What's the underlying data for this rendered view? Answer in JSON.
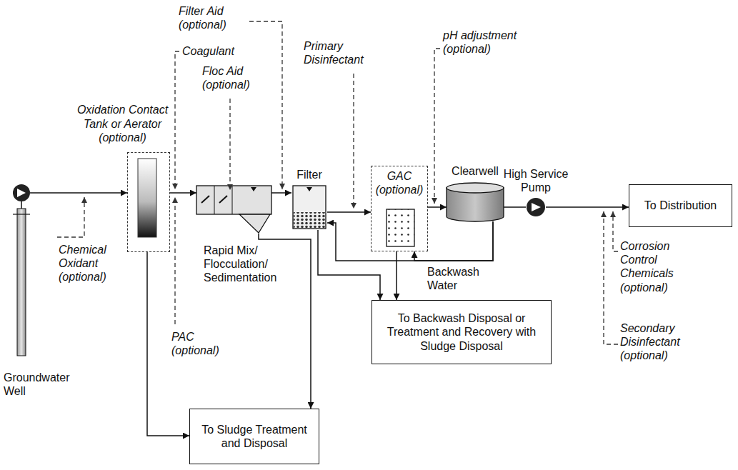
{
  "diagram": {
    "nodes": [
      {
        "text": [
          "Groundwater Well"
        ]
      },
      {
        "text": [
          "Oxidation Contact Tank or Aerator (optional)"
        ]
      },
      {
        "text": [
          "Rapid Mix/ Flocculation/ Sedimentation"
        ]
      },
      {
        "text": [
          "Filter"
        ]
      },
      {
        "text": [
          "GAC (optional)"
        ]
      },
      {
        "text": [
          "Clearwell"
        ]
      },
      {
        "text": [
          "High Service Pump"
        ]
      },
      {
        "text": [
          "To Distribution"
        ]
      },
      {
        "text": [
          "To Sludge Treatment and Disposal"
        ]
      },
      {
        "text": [
          "To Backwash Disposal or Treatment and Recovery with Sludge Disposal"
        ]
      }
    ],
    "edges": [
      {
        "from": 0,
        "to": 1,
        "arrow": "to"
      },
      {
        "from": 1,
        "to": 2,
        "arrow": "to"
      },
      {
        "from": 2,
        "to": 3,
        "arrow": "to"
      },
      {
        "from": 3,
        "to": 4,
        "arrow": "to"
      },
      {
        "from": 4,
        "to": 5,
        "arrow": "to"
      },
      {
        "from": 5,
        "to": 6,
        "arrow": "none"
      },
      {
        "from": 6,
        "to": 7,
        "arrow": "to"
      },
      {
        "from": 1,
        "to": 8,
        "arrow": "to"
      },
      {
        "from": 2,
        "to": 8,
        "arrow": "to"
      },
      {
        "from": 3,
        "to": 9,
        "arrow": "to"
      },
      {
        "from": 4,
        "to": 9,
        "arrow": "to"
      },
      {
        "from": 5,
        "to": 3,
        "label": "Backwash Water",
        "arrow": "to"
      },
      {
        "from": 5,
        "to": 4,
        "arrow": "to"
      }
    ],
    "labels": [
      "Chemical Oxidant (optional)",
      "Coagulant",
      "Floc Aid (optional)",
      "Filter Aid (optional)",
      "PAC (optional)",
      "Primary Disinfectant",
      "pH adjustment (optional)",
      "Corrosion Control Chemicals (optional)",
      "Secondary Disinfectant (optional)"
    ]
  }
}
